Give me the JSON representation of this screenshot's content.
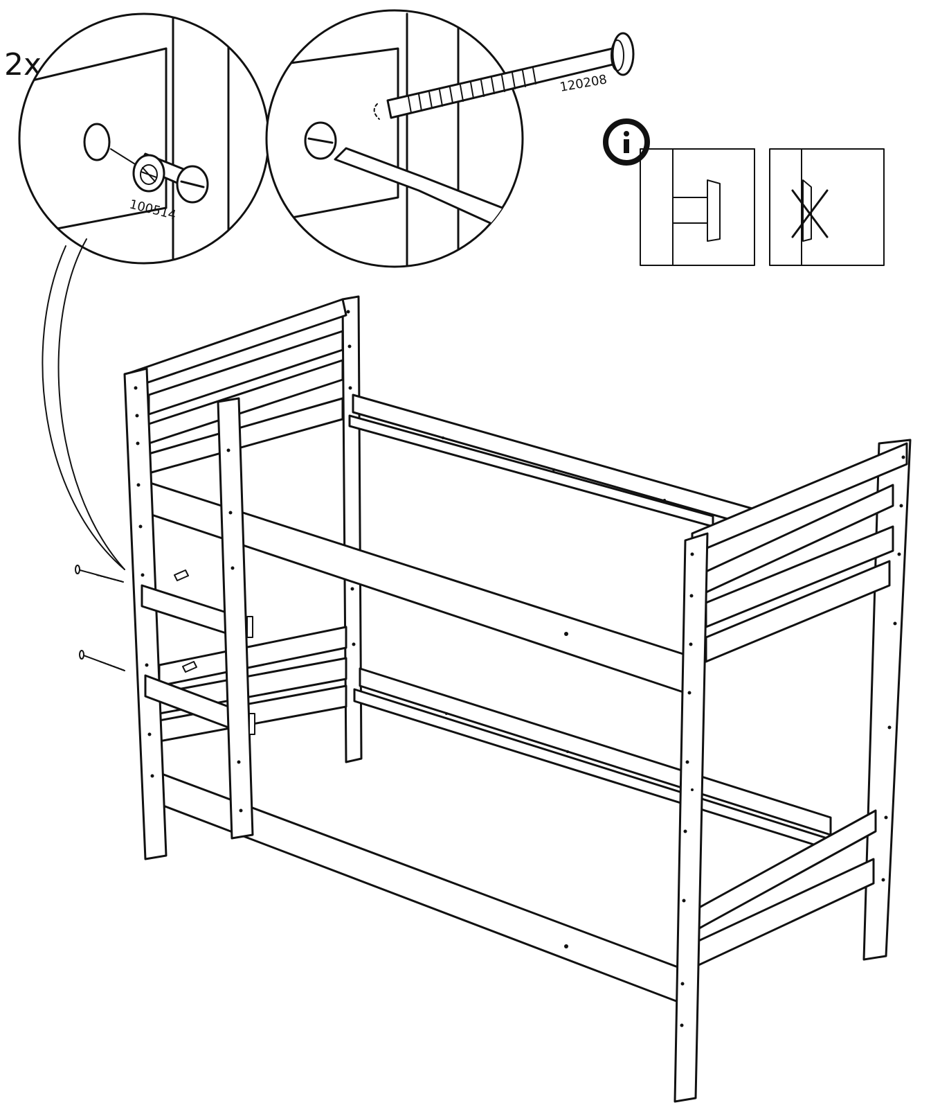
{
  "step": {
    "quantity_label": "2x",
    "part_numbers": {
      "barrel_nut": "100514",
      "bolt": "120208"
    }
  },
  "icons": {
    "info": "info-icon",
    "correct": "flush-bolt-correct-icon",
    "incorrect": "angled-bolt-incorrect-icon"
  },
  "colors": {
    "line": "#111111",
    "background": "#ffffff"
  }
}
